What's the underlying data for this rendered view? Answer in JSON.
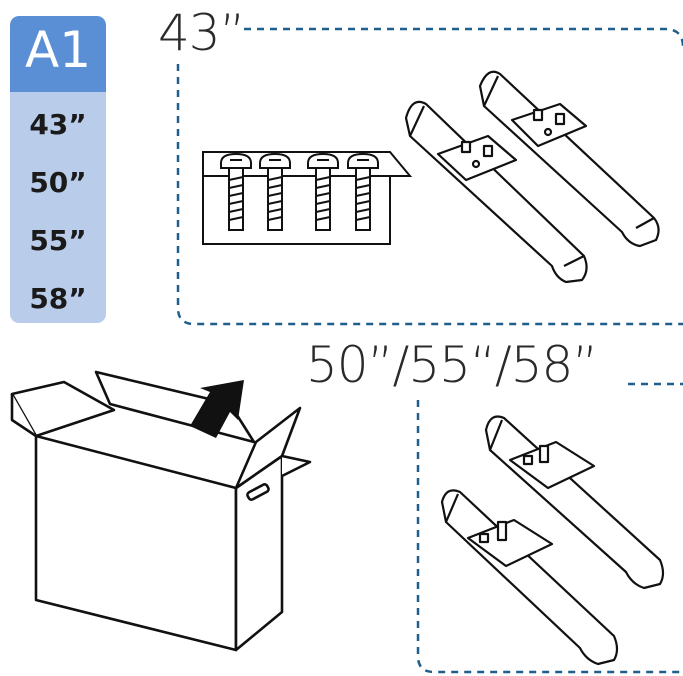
{
  "badge": {
    "label": "A1"
  },
  "sizes": [
    "43”",
    "50”",
    "55”",
    "58”"
  ],
  "section_top": {
    "heading": "43”"
  },
  "section_bottom": {
    "heading": "50”/55“/58”"
  },
  "colors": {
    "badge_head": "#5a8fd6",
    "badge_body": "#b9cdea",
    "dash": "#1f5f8b",
    "line": "#111111"
  }
}
